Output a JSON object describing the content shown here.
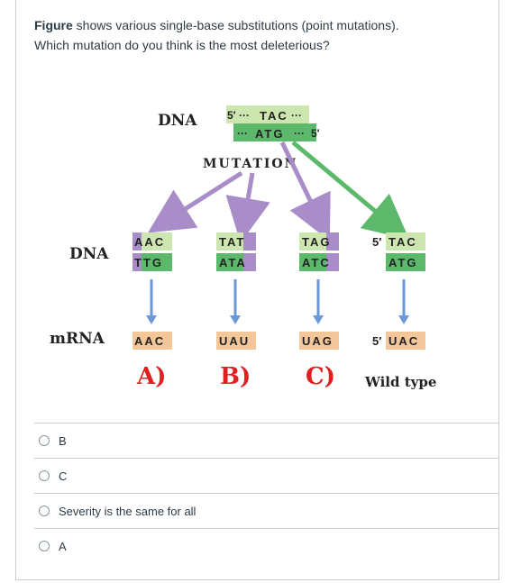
{
  "question": {
    "lead": "Figure",
    "text_line1": " shows various single-base substitutions (point mutations).",
    "text_line2": "Which mutation do you think is the most deleterious?"
  },
  "figure": {
    "top_dna_label": "DNA",
    "top_strand1_prefix": "5′",
    "top_strand1": "TAC",
    "top_strand2": "ATG",
    "top_strand2_suffix": "5′",
    "mutation_label": "MUTATION",
    "row_dna_label": "DNA",
    "row_mrna_label": "mRNA",
    "columns": [
      {
        "top": "AAC",
        "bottom": "TTG",
        "mrna": "AAC",
        "letter": "A)"
      },
      {
        "top": "TAT",
        "bottom": "ATA",
        "mrna": "UAU",
        "letter": "B)"
      },
      {
        "top": "TAG",
        "bottom": "ATC",
        "mrna": "UAG",
        "letter": "C)"
      },
      {
        "top": "TAC",
        "bottom": "ATG",
        "mrna": "UAC",
        "prefix": "5′",
        "mrna_prefix": "5′",
        "letter": "Wild type"
      }
    ],
    "colors": {
      "purple": "#a98dc8",
      "green": "#5cb86a",
      "light_green": "#cde6b0",
      "blue": "#6a98d6",
      "mrna_bg": "#f3c79a",
      "red": "#e02020"
    }
  },
  "answers": [
    {
      "label": "B"
    },
    {
      "label": "C"
    },
    {
      "label": "Severity is the same for all"
    },
    {
      "label": "A"
    }
  ]
}
